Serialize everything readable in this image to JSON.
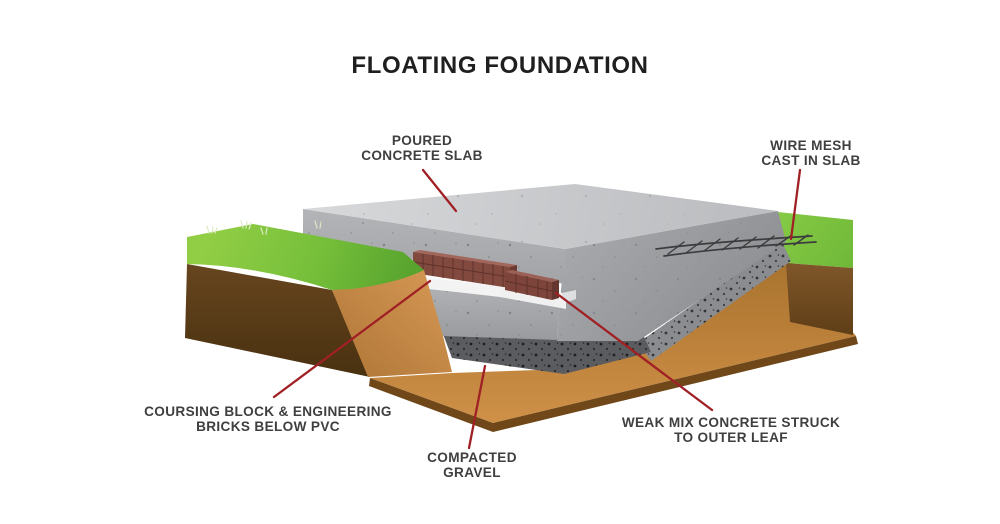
{
  "title": "FLOATING FOUNDATION",
  "diagram": {
    "subject": "floating foundation cutaway illustration",
    "labels": {
      "poured_concrete_slab": {
        "line1": "POURED",
        "line2": "CONCRETE SLAB"
      },
      "wire_mesh": {
        "line1": "WIRE MESH",
        "line2": "CAST IN SLAB"
      },
      "coursing_block": {
        "line1": "COURSING BLOCK & ENGINEERING",
        "line2": "BRICKS BELOW PVC"
      },
      "compacted_gravel": {
        "line1": "COMPACTED",
        "line2": "GRAVEL"
      },
      "weak_mix_concrete": {
        "line1": "WEAK MIX CONCRETE STRUCK",
        "line2": "TO OUTER LEAF"
      }
    },
    "colors": {
      "background": "#ffffff",
      "title_text": "#1f1f1f",
      "label_text": "#3f3f3f",
      "leader_line": "#a02125",
      "grass_green": "#7fc341",
      "soil_dark_brown": "#5f4122",
      "soil_tan": "#c08540",
      "concrete_slab_top": "#cbcdd0",
      "concrete_face": "#a8aaad",
      "compacted_gravel": "#595b5e",
      "weak_mix_concrete": "#8a8c8f",
      "engineering_brick": "#82493f",
      "pvc_membrane": "#f4f4f4",
      "wire_mesh": "#3c3c3e"
    }
  }
}
